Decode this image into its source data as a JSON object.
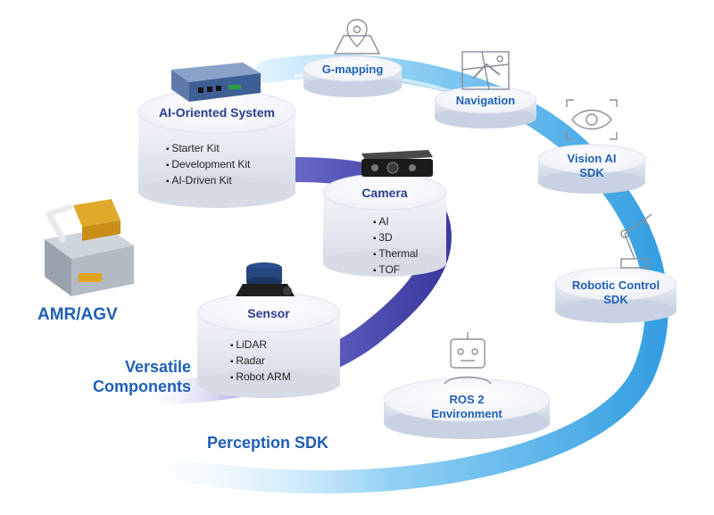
{
  "system": {
    "title": "AI-Oriented System",
    "items": [
      "Starter Kit",
      "Development Kit",
      "AI-Driven Kit"
    ]
  },
  "camera": {
    "title": "Camera",
    "items": [
      "AI",
      "3D",
      "Thermal",
      "TOF"
    ]
  },
  "sensor": {
    "title": "Sensor",
    "items": [
      "LiDAR",
      "Radar",
      "Robot ARM"
    ]
  },
  "sdk_steps": {
    "gmapping": "G-mapping",
    "navigation": "Navigation",
    "vision_line1": "Vision AI",
    "vision_line2": "SDK",
    "robotic_line1": "Robotic Control",
    "robotic_line2": "SDK",
    "ros_line1": "ROS 2",
    "ros_line2": "Environment"
  },
  "labels": {
    "amr": "AMR/AGV",
    "versatile_line1": "Versatile",
    "versatile_line2": "Components",
    "perception": "Perception SDK"
  },
  "icons": [
    "map-pin-icon",
    "map-navigation-icon",
    "eye-scan-icon",
    "robot-arm-icon",
    "robot-head-icon",
    "agv-robot-image",
    "embedded-box-pc-image",
    "camera-device-image",
    "lidar-sensor-image"
  ],
  "colors": {
    "title_navy": "#2a3d8f",
    "label_blue": "#1f5fb5",
    "ribbon_purple": "#4a4aa8",
    "ribbon_cyan": "#3fa9e8"
  }
}
